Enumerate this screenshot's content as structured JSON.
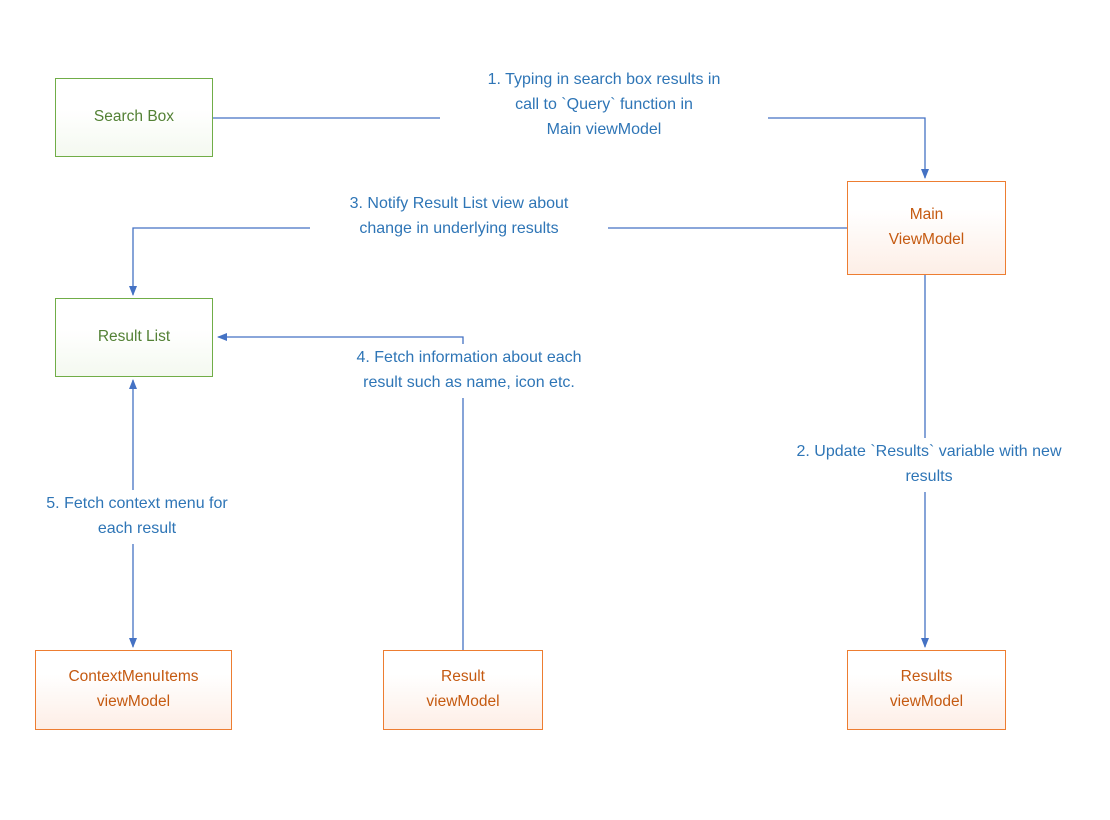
{
  "diagram": {
    "boxes": {
      "search_box": {
        "label": "Search Box"
      },
      "main_viewmodel": {
        "label": "Main\nViewModel"
      },
      "result_list": {
        "label": "Result List"
      },
      "contextmenuitems_viewmodel": {
        "label": "ContextMenuItems\nviewModel"
      },
      "result_viewmodel": {
        "label": "Result\nviewModel"
      },
      "results_viewmodel": {
        "label": "Results\nviewModel"
      }
    },
    "labels": {
      "step1": "1. Typing in search box results in\ncall to `Query` function in\nMain viewModel",
      "step2": "2. Update `Results` variable with new\nresults",
      "step3": "3. Notify Result List view about\nchange in underlying results",
      "step4": "4. Fetch information about each\nresult such as name, icon etc.",
      "step5": "5. Fetch context menu for\neach result"
    },
    "colors": {
      "green_border": "#70ad47",
      "green_text": "#538135",
      "orange_border": "#ed7d31",
      "orange_text": "#c55a11",
      "arrow_blue": "#4472c4",
      "label_blue": "#2e75b6"
    }
  }
}
